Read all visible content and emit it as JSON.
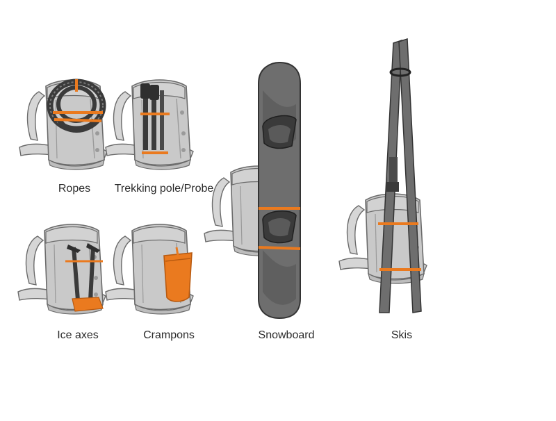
{
  "colors": {
    "pack_fill": "#c9c9c9",
    "pack_stroke": "#6b6b6b",
    "pack_detail": "#9a9a9a",
    "accent_orange": "#ea7a1f",
    "gear_dark": "#4a4a4a",
    "gear_mid": "#6e6e6e"
  },
  "panels": [
    {
      "id": "ropes",
      "label": "Ropes"
    },
    {
      "id": "trekking",
      "label": "Trekking pole/Probe"
    },
    {
      "id": "ice-axes",
      "label": "Ice axes"
    },
    {
      "id": "crampons",
      "label": "Crampons"
    },
    {
      "id": "snowboard",
      "label": "Snowboard"
    },
    {
      "id": "skis",
      "label": "Skis"
    }
  ]
}
